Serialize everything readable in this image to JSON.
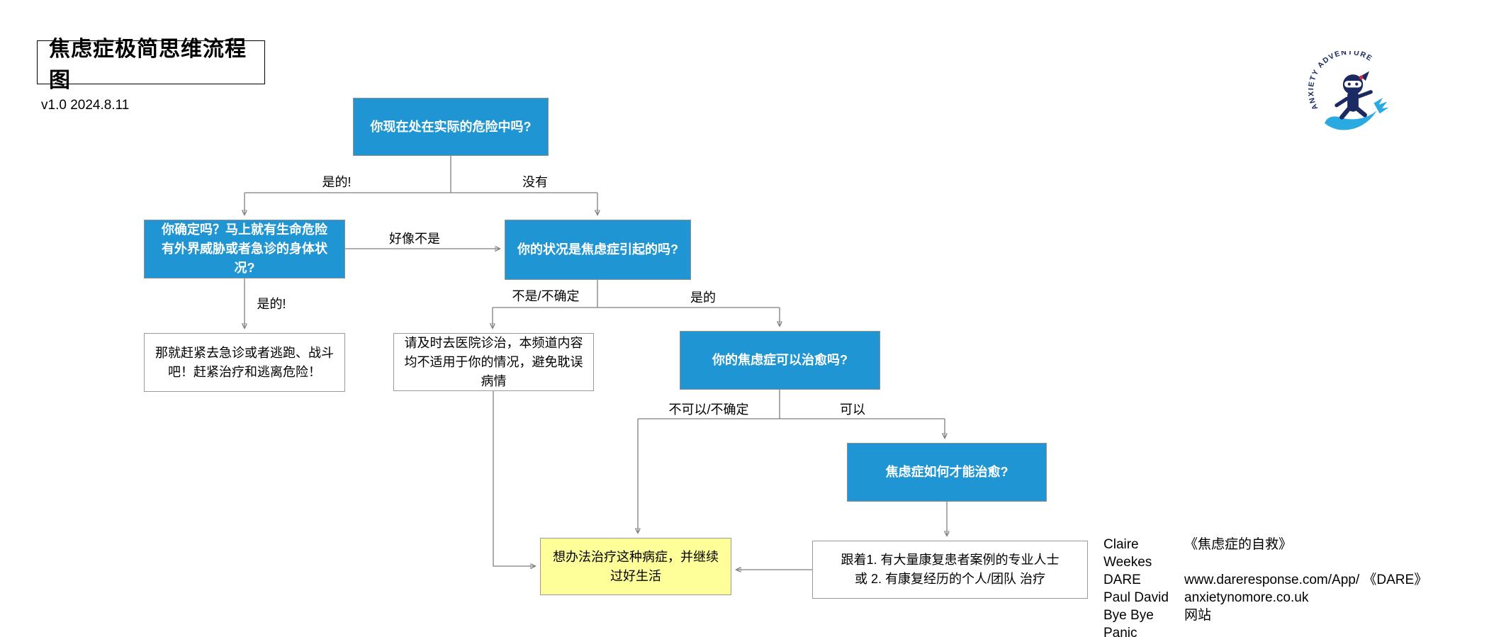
{
  "page": {
    "title": "焦虑症极简思维流程图",
    "version": "v1.0 2024.8.11"
  },
  "logo": {
    "brand": "ANXIETY ADVENTURE"
  },
  "colors": {
    "node-blue": "#2095D3",
    "node-yellow": "#FFFF99",
    "line-gray": "#7F7F7F",
    "brand-navy": "#1B2A63",
    "wave-blue": "#29ABE2",
    "brand-red": "#D7263D"
  },
  "nodes": {
    "q_danger": {
      "text": "你现在处在实际的危险中吗?"
    },
    "q_confirm": {
      "text": "你确定吗？马上就有生命危险\n有外界威胁或者急诊的身体状况?"
    },
    "q_cause": {
      "text": "你的状况是焦虑症引起的吗?"
    },
    "act_emergency": {
      "text": "那就赶紧去急诊或者逃跑、战斗吧！赶紧治疗和逃离危险！"
    },
    "act_hospital": {
      "text": "请及时去医院诊治，本频道内容均不适用于你的情况，避免耽误病情"
    },
    "q_curable": {
      "text": "你的焦虑症可以治愈吗?"
    },
    "q_how": {
      "text": "焦虑症如何才能治愈?"
    },
    "act_follow": {
      "text": "跟着1. 有大量康复患者案例的专业人士\n或 2. 有康复经历的个人/团队 治疗"
    },
    "goal": {
      "text": "想办法治疗这种病症，并继续过好生活"
    }
  },
  "edge_labels": {
    "yes1": "是的!",
    "no1": "没有",
    "seems_not": "好像不是",
    "yes2": "是的!",
    "no_unsure": "不是/不确定",
    "yes3": "是的",
    "cannot_unsure": "不可以/不确定",
    "can": "可以"
  },
  "references": [
    {
      "name": "Claire Weekes",
      "resource": "《焦虑症的自救》"
    },
    {
      "name": "DARE",
      "resource": "www.dareresponse.com/App/ 《DARE》"
    },
    {
      "name": "Paul David",
      "resource": "anxietynomore.co.uk"
    },
    {
      "name": "Bye Bye Panic",
      "resource": "网站"
    }
  ]
}
